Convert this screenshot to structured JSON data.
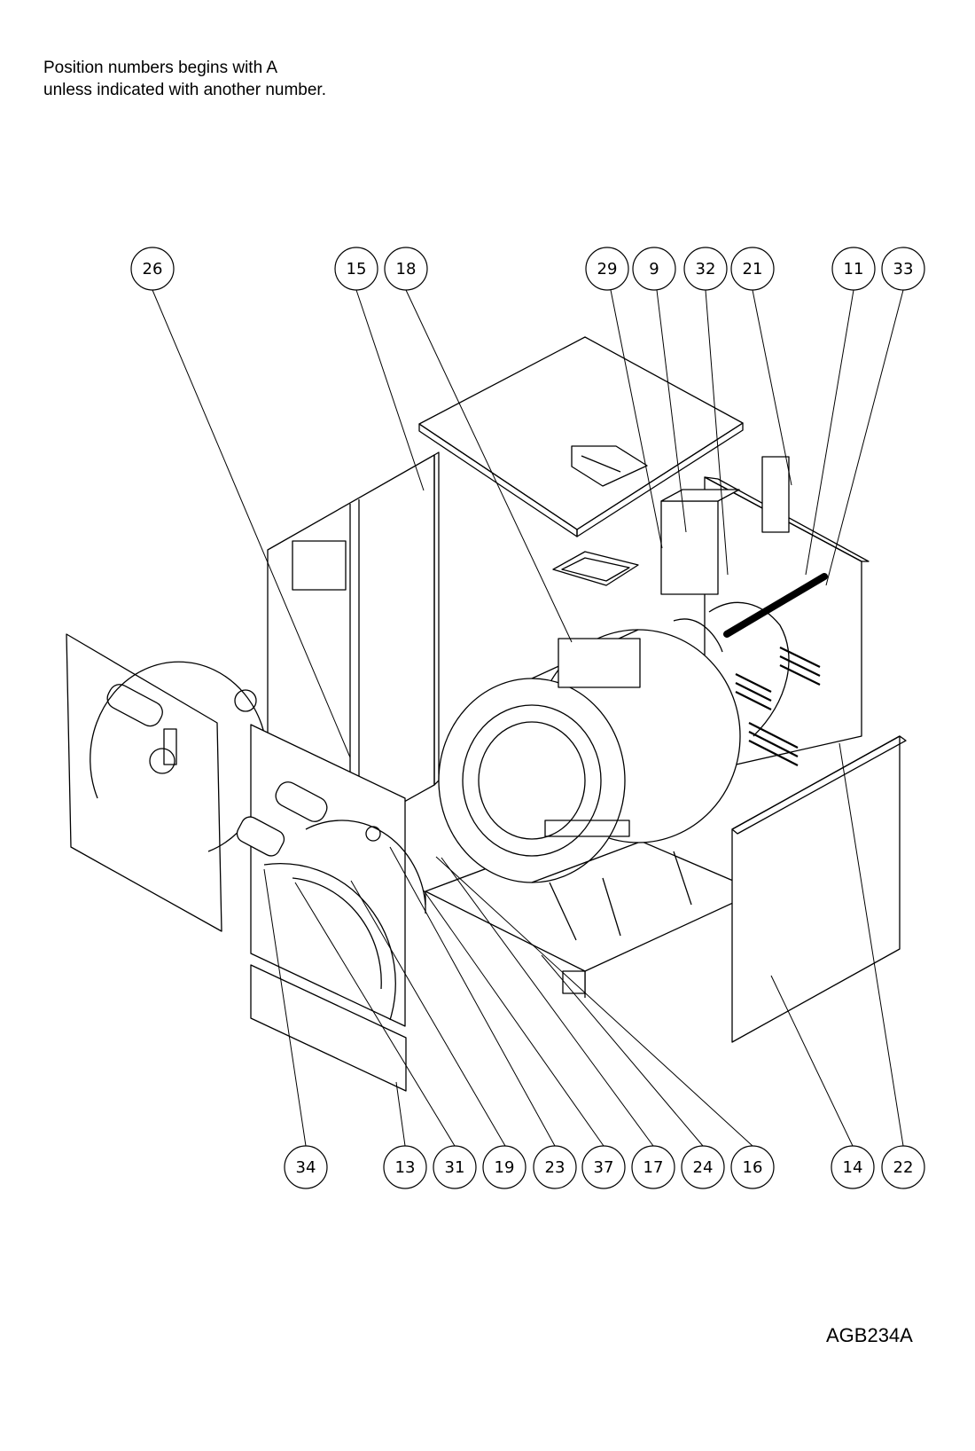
{
  "note": {
    "line1": "Position numbers begins with A",
    "line2": "unless indicated with another number."
  },
  "drawing_code": "AGB234A",
  "callouts_top": [
    "26",
    "15",
    "18",
    "29",
    "9",
    "32",
    "21",
    "11",
    "33"
  ],
  "callouts_bottom": [
    "34",
    "13",
    "31",
    "19",
    "23",
    "37",
    "17",
    "24",
    "16",
    "14",
    "22"
  ]
}
